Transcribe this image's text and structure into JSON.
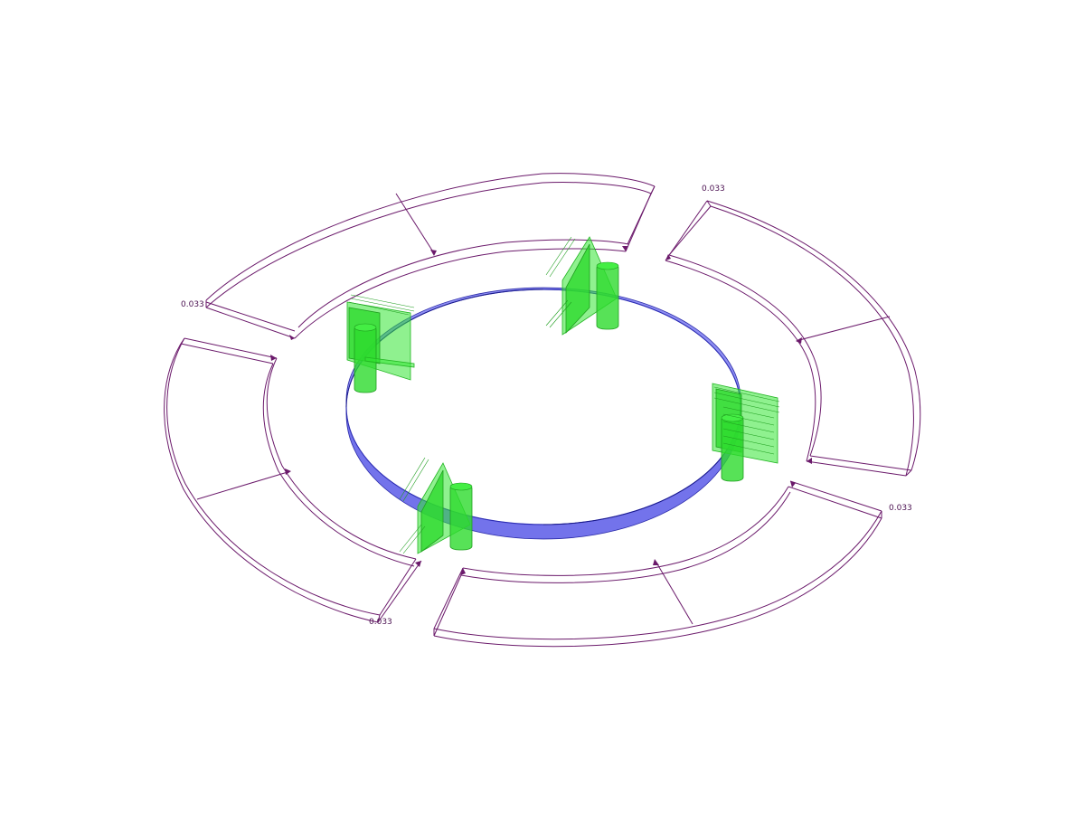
{
  "model": {
    "ring_band_color": "#5a5ae8",
    "load_color": "#6b1a6b",
    "support_color": "#33e633"
  },
  "load_values": {
    "top_right": "0.033",
    "left": "0.033",
    "right": "0.033",
    "bottom_left": "0.033"
  }
}
